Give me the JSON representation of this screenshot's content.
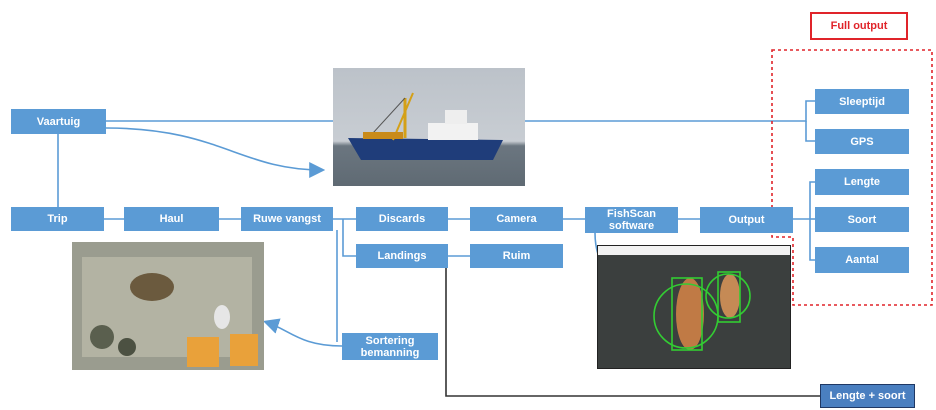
{
  "title_box": "Full output",
  "nodes": {
    "vaartuig": "Vaartuig",
    "trip": "Trip",
    "haul": "Haul",
    "ruwe_vangst": "Ruwe vangst",
    "discards": "Discards",
    "camera": "Camera",
    "fishscan": "FishScan\nsoftware",
    "output": "Output",
    "landings": "Landings",
    "ruim": "Ruim",
    "sortering": "Sortering\nbemanning",
    "sleeptijd": "Sleeptijd",
    "gps": "GPS",
    "lengte": "Lengte",
    "soort": "Soort",
    "aantal": "Aantal",
    "lengte_soort": "Lengte + soort"
  },
  "colors": {
    "box_fill": "#5b9bd5",
    "line": "#5b9bd5",
    "highlight_red": "#e0242a",
    "dark_line": "#333333"
  },
  "images": [
    "fishing-vessel-photo",
    "catch-sorting-photo",
    "fishscan-detection-screenshot"
  ]
}
